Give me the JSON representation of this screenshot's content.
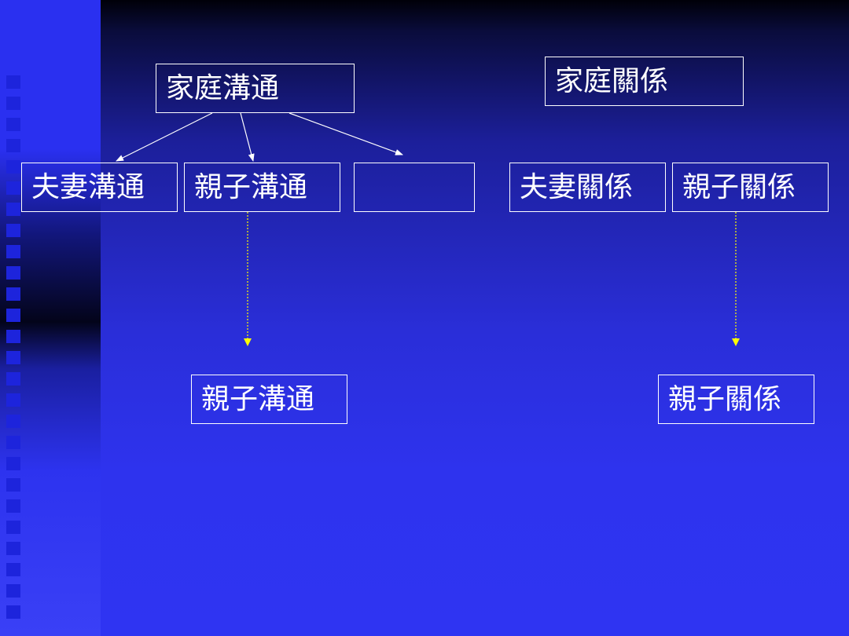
{
  "left_tree": {
    "root": "家庭溝通",
    "children": [
      "夫妻溝通",
      "親子溝通",
      ""
    ],
    "detail": "親子溝通"
  },
  "right_tree": {
    "root": "家庭關係",
    "children": [
      "夫妻關係",
      "親子關係"
    ],
    "detail": "親子關係"
  },
  "colors": {
    "solid_arrow": "#ffffff",
    "dotted_arrow": "#ffff00",
    "box_border": "#ffffff",
    "text": "#ffffff"
  }
}
